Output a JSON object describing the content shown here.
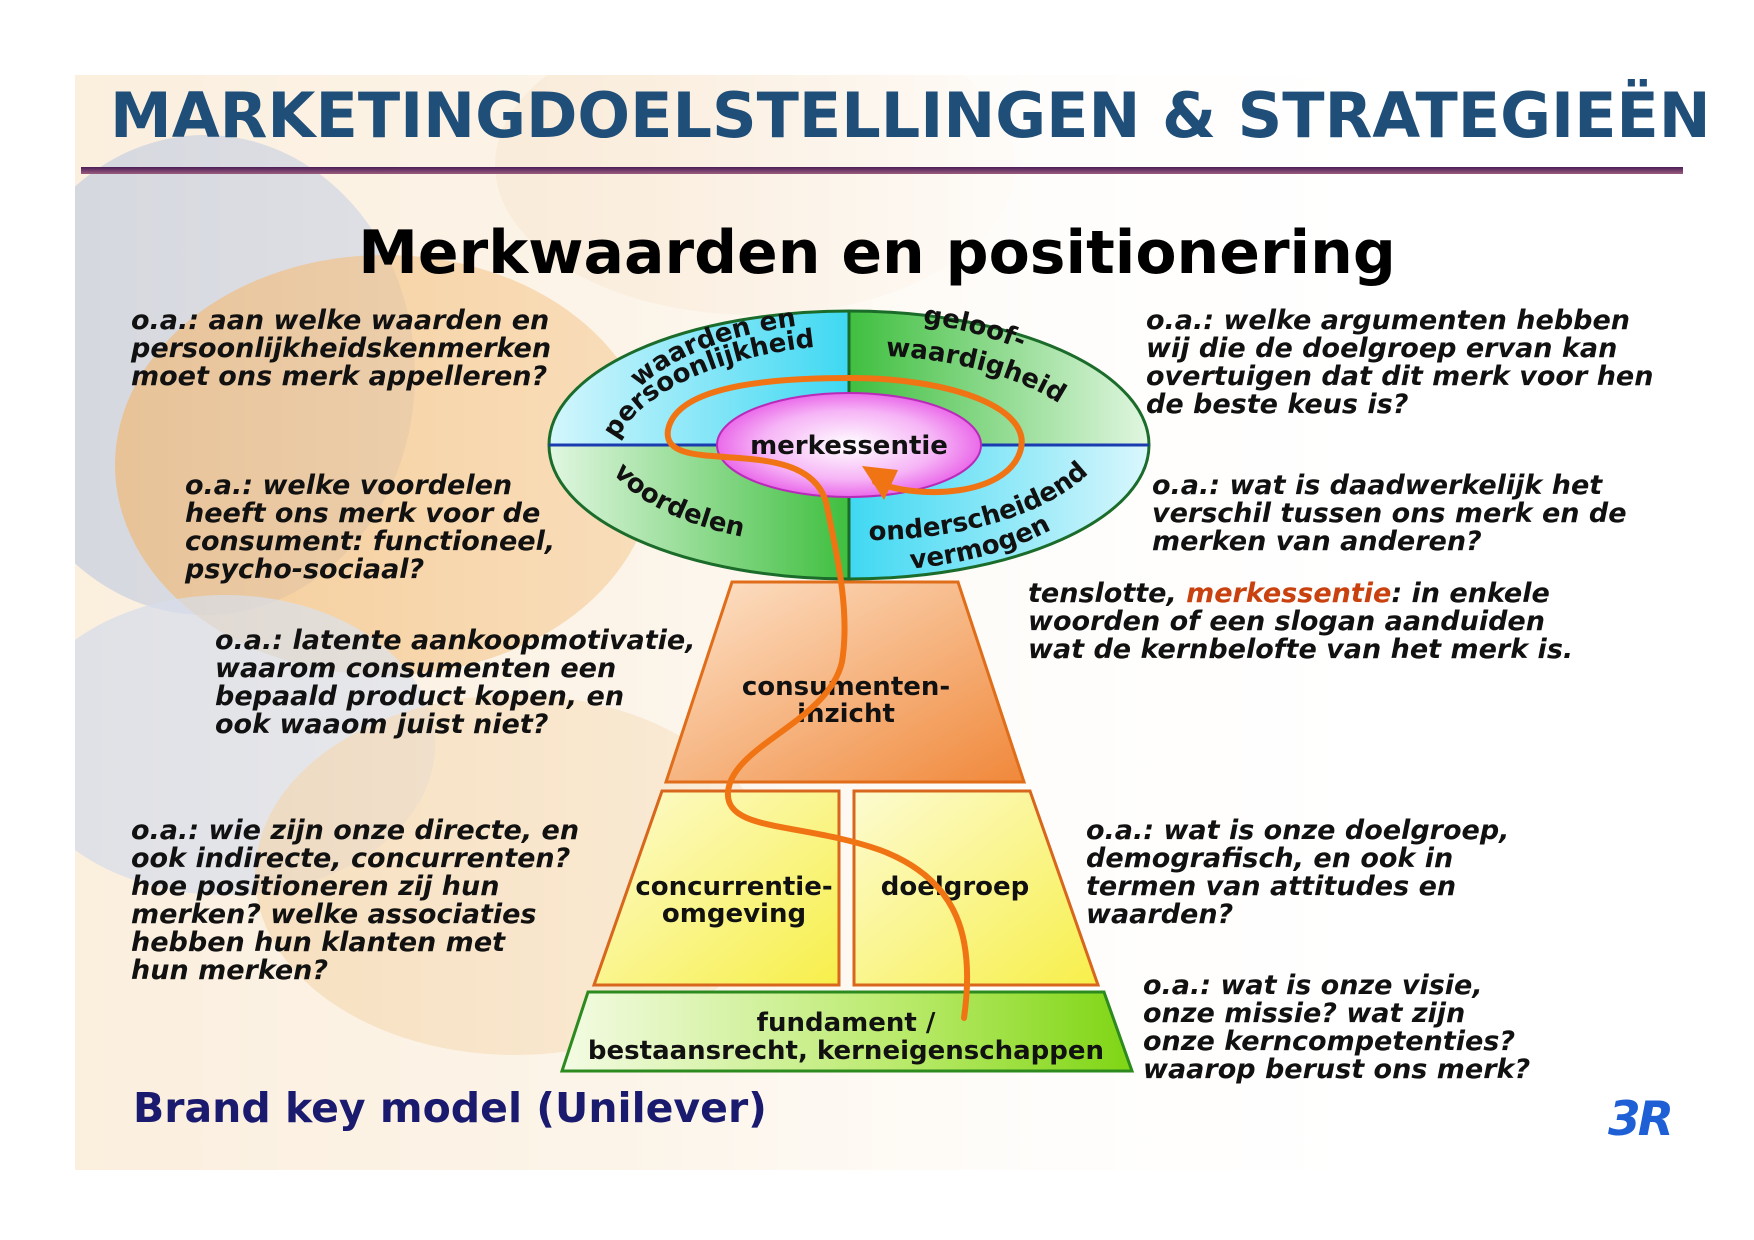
{
  "header": {
    "title": "MARKETINGDOELSTELLINGEN & STRATEGIEËN",
    "subtitle": "Merkwaarden en positionering"
  },
  "diagram": {
    "ellipse_segments": {
      "top_left": [
        "waarden en",
        "persoonlijkheid"
      ],
      "top_right": [
        "geloof-",
        "waardigheid"
      ],
      "bottom_left": "voordelen",
      "bottom_right": [
        "onderscheidend",
        "vermogen"
      ],
      "center": "merkessentie"
    },
    "pyramid": {
      "top": [
        "consumenten-",
        "inzicht"
      ],
      "middle_left": [
        "concurrentie-",
        "omgeving"
      ],
      "middle_right": "doelgroep",
      "base": [
        "fundament /",
        "bestaansrecht, kerneigenschappen"
      ]
    },
    "colors": {
      "cyan": "#3fd8f2",
      "green": "#3fbf3f",
      "magenta": "#e33ee3",
      "orange": "#f0883a",
      "yellow": "#f7ef4a",
      "lime": "#8fdc20",
      "arrow": "#f07414",
      "title": "#1f4e79"
    }
  },
  "annotations": {
    "values": [
      "o.a.: aan welke waarden en",
      "persoonlijkheidskenmerken",
      "moet ons merk appelleren?"
    ],
    "credibility": [
      "o.a.: welke argumenten hebben",
      "wij die de doelgroep ervan kan",
      "overtuigen dat dit merk voor hen",
      "de beste keus is?"
    ],
    "benefits": [
      "o.a.: welke voordelen",
      "heeft ons merk voor de",
      "consument: functioneel,",
      "psycho-sociaal?"
    ],
    "distinctive": [
      "o.a.: wat is daadwerkelijk het",
      "verschil tussen ons merk en de",
      "merken van anderen?"
    ],
    "essence": {
      "prefix": "tenslotte, ",
      "highlight": "merkessentie",
      "line1_suffix": ": in enkele",
      "line2": "woorden of een slogan aanduiden",
      "line3": "wat de kernbelofte van het merk is."
    },
    "insight": [
      "o.a.: latente aankoopmotivatie,",
      "waarom consumenten een",
      "bepaald product kopen, en",
      "ook waaom juist niet?"
    ],
    "competition": [
      "o.a.: wie zijn onze directe, en",
      "ook indirecte, concurrenten?",
      "hoe positioneren zij hun",
      "merken? welke associaties",
      "hebben hun klanten met",
      "hun merken?"
    ],
    "target": [
      "o.a.: wat is onze doelgroep,",
      "demografisch, en ook in",
      "termen van attitudes en",
      "waarden?"
    ],
    "foundation": [
      "o.a.: wat is onze visie,",
      "onze missie? wat zijn",
      "onze kerncompetenties?",
      "waarop berust ons merk?"
    ]
  },
  "footer": {
    "brand_model": "Brand key model (Unilever)",
    "logo": "3R"
  }
}
